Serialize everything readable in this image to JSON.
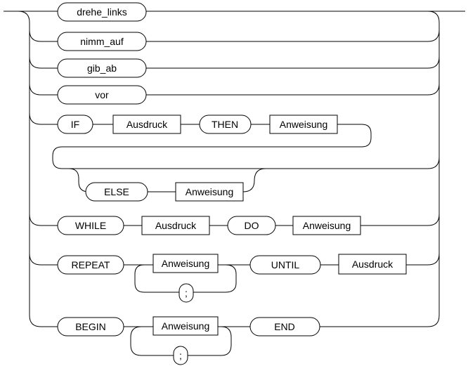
{
  "diagram": {
    "keywords": {
      "drehe_links": "drehe_links",
      "nimm_auf": "nimm_auf",
      "gib_ab": "gib_ab",
      "vor": "vor",
      "if": "IF",
      "then": "THEN",
      "else": "ELSE",
      "while": "WHILE",
      "do": "DO",
      "repeat": "REPEAT",
      "until": "UNTIL",
      "begin": "BEGIN",
      "end": "END",
      "semicolon": ";"
    },
    "nonterminals": {
      "ausdruck": "Ausdruck",
      "anweisung": "Anweisung"
    }
  }
}
